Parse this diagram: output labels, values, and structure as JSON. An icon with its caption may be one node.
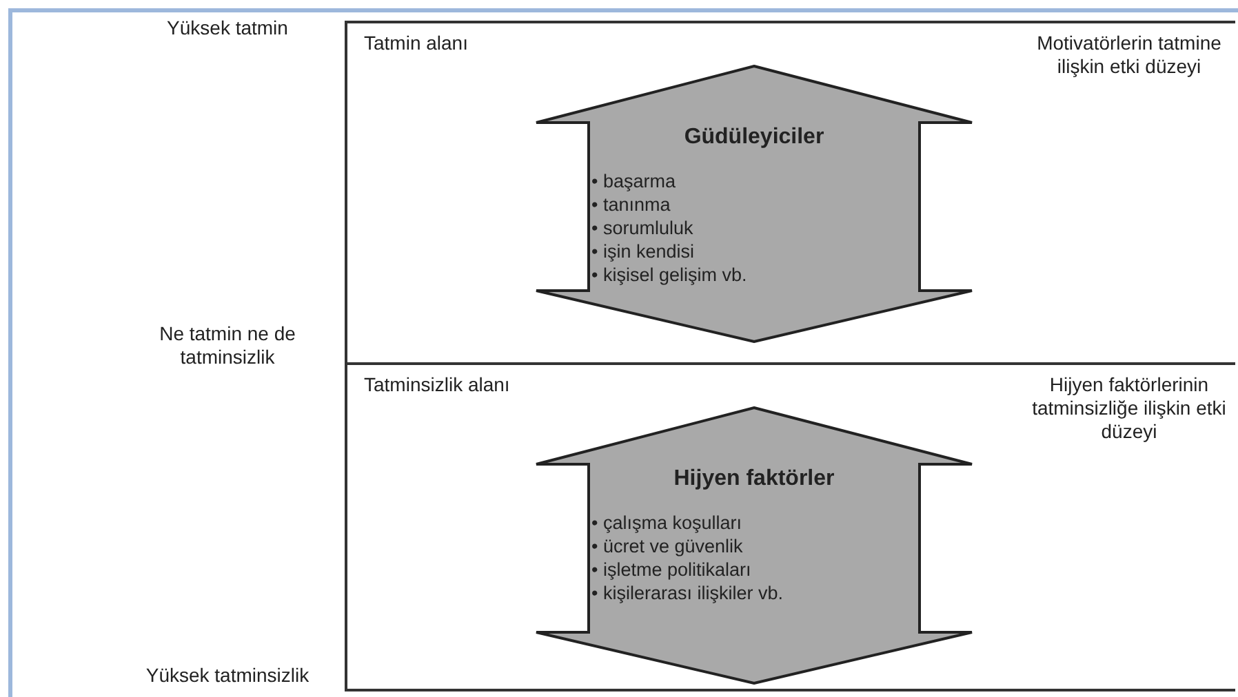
{
  "diagram": {
    "nodes": [
      {
        "text": [
          "Tatmin alanı",
          "Motivatörlerin tatmine ilişkin etki düzeyi"
        ]
      },
      {
        "text": [
          "Güdüleyiciler",
          "• başarma",
          "• tanınma",
          "• sorumluluk",
          "• işin kendisi",
          "• kişisel gelişim vb."
        ],
        "in": 0
      },
      {
        "text": [
          "Tatminsizlik alanı",
          "Hijyen faktörlerinin tatminsizliğe ilişkin etki düzeyi"
        ]
      },
      {
        "text": [
          "Hijyen faktörler",
          "• çalışma koşulları",
          "• ücret ve güvenlik",
          "• işletme politikaları",
          "• kişilerarası ilişkiler vb."
        ],
        "in": 2
      }
    ],
    "labels": [
      "Yüksek tatmin",
      "Ne tatmin ne de tatminsizlik",
      "Yüksek tatminsizlik"
    ]
  }
}
